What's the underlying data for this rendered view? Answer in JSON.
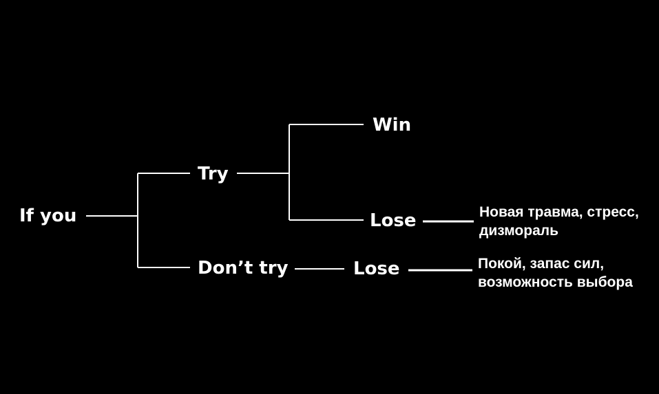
{
  "colors": {
    "background": "#000000",
    "foreground": "#ffffff"
  },
  "tree": {
    "root": "If you",
    "try": "Try",
    "dont_try": "Don’t try",
    "try_win": "Win",
    "try_lose": "Lose",
    "dont_try_lose": "Lose"
  },
  "notes": {
    "try_lose": [
      "Новая травма, стресс,",
      "дизмораль"
    ],
    "dont_try_lose": [
      "Покой, запас сил,",
      "возможность выбора"
    ]
  }
}
